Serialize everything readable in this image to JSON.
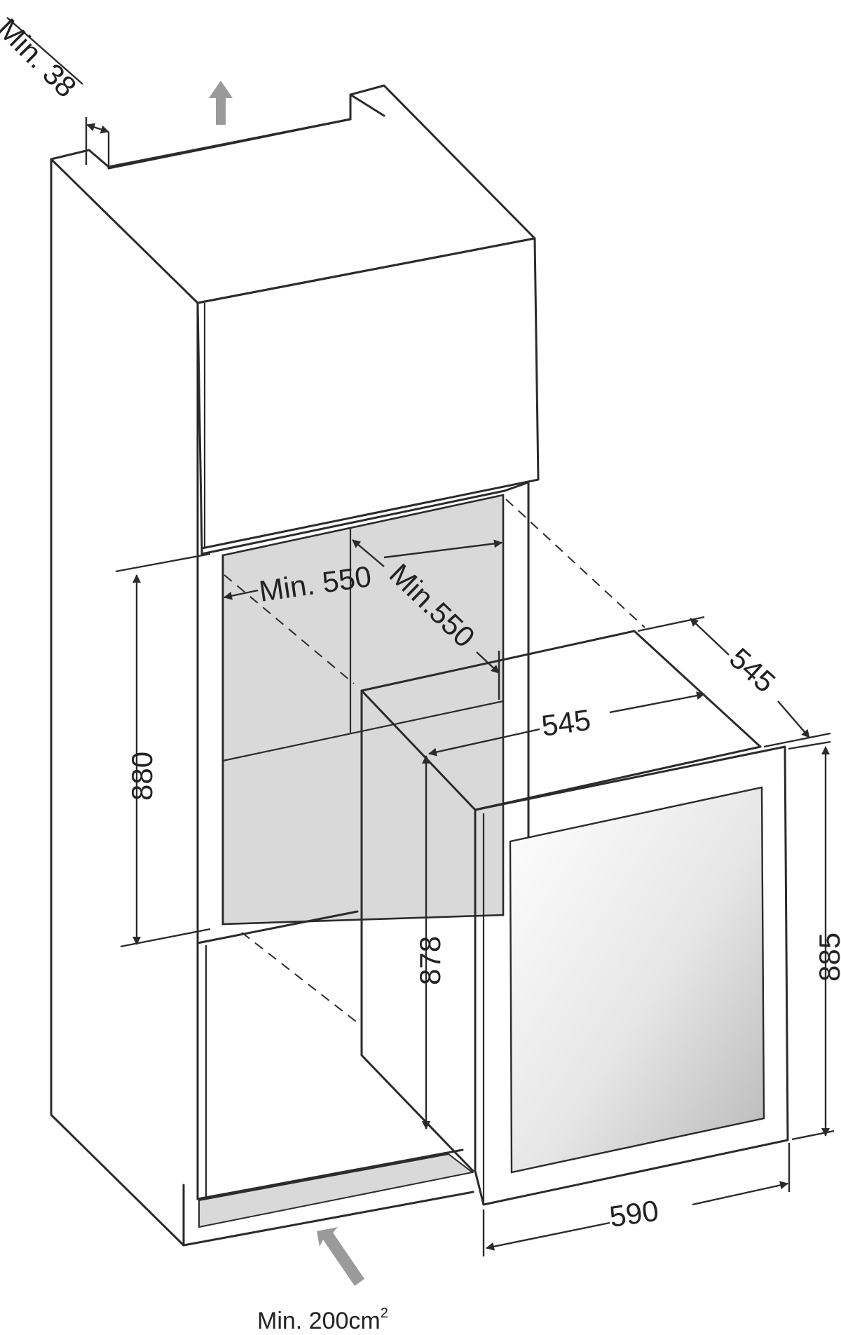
{
  "dimensions": {
    "min_top": "Min. 38",
    "min_width": "Min. 550",
    "min_depth": "Min.550",
    "niche_height": "880",
    "unit_depth_top": "545",
    "unit_depth_side": "545",
    "unit_height": "878",
    "door_height": "885",
    "door_width": "590"
  },
  "ventilation": {
    "label": "Min. 200cm",
    "superscript": "2"
  },
  "colors": {
    "line": "#2b2b2b",
    "niche_fill": "#d9d9d9",
    "arrow_fill": "#9a9a9a"
  }
}
